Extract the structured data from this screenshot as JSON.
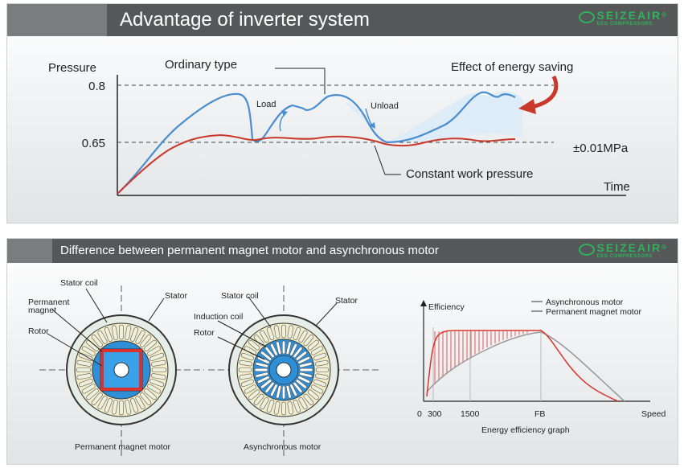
{
  "panel1": {
    "title": "Advantage of inverter system",
    "logo": {
      "brand": "SEIZEAIR",
      "reg": "®",
      "sub": "EEG COMPRESSORS"
    },
    "labels": {
      "pressure": "Pressure",
      "p08": "0.8",
      "p065": "0.65",
      "ordinary": "Ordinary type",
      "load": "Load",
      "unload": "Unload",
      "effect": "Effect of energy saving",
      "tolerance": "±0.01MPa",
      "constant": "Constant work pressure",
      "time": "Time"
    },
    "colors": {
      "ordinary": "#4a8ed0",
      "constant": "#c8392b",
      "fill": "#dcebf8",
      "arrow": "#c8392b"
    }
  },
  "panel2": {
    "title": "Difference between permanent magnet motor and asynchronous motor",
    "logo": {
      "brand": "SEIZEAIR",
      "reg": "®",
      "sub": "EEG COMPRESSORS"
    },
    "pm_motor": {
      "stator_coil": "Stator coil",
      "stator": "Stator",
      "permanent_magnet_1": "Permanent",
      "permanent_magnet_2": "magnet",
      "rotor": "Rotor",
      "caption": "Permanent magnet motor"
    },
    "async_motor": {
      "stator_coil": "Stator coil",
      "stator": "Stator",
      "induction_coil": "Induction coil",
      "rotor": "Rotor",
      "caption": "Asynchronous motor"
    },
    "graph": {
      "ylabel": "Efficiency",
      "xlabel": "Speed",
      "caption": "Energy efficiency graph",
      "legend": [
        "Asynchronous motor",
        "Permanent magnet motor"
      ],
      "ticks": [
        "0",
        "300",
        "1500",
        "FB"
      ],
      "colors": {
        "asynchronous": "#999999",
        "permanent": "#d9342b"
      }
    }
  }
}
